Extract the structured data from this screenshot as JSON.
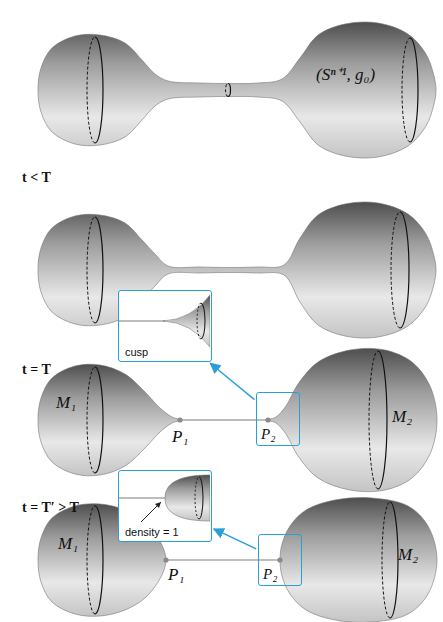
{
  "diagram": {
    "nodes": [
      {
        "text": [
          "cusp"
        ]
      },
      {
        "text": [
          "P₂"
        ]
      },
      {
        "text": [
          "density = 1"
        ]
      },
      {
        "text": [
          "P₂"
        ]
      }
    ],
    "edges": [
      {
        "from": 1,
        "to": 0,
        "arrow": "to"
      },
      {
        "from": 3,
        "to": 2,
        "arrow": "to"
      }
    ],
    "labels": [
      "(Sⁿ⁺¹, g₀)",
      "t < T",
      "t = T",
      "M₁",
      "P₁",
      "M₂",
      "t = T′ > T",
      "M₁",
      "P₁",
      "M₂"
    ]
  }
}
